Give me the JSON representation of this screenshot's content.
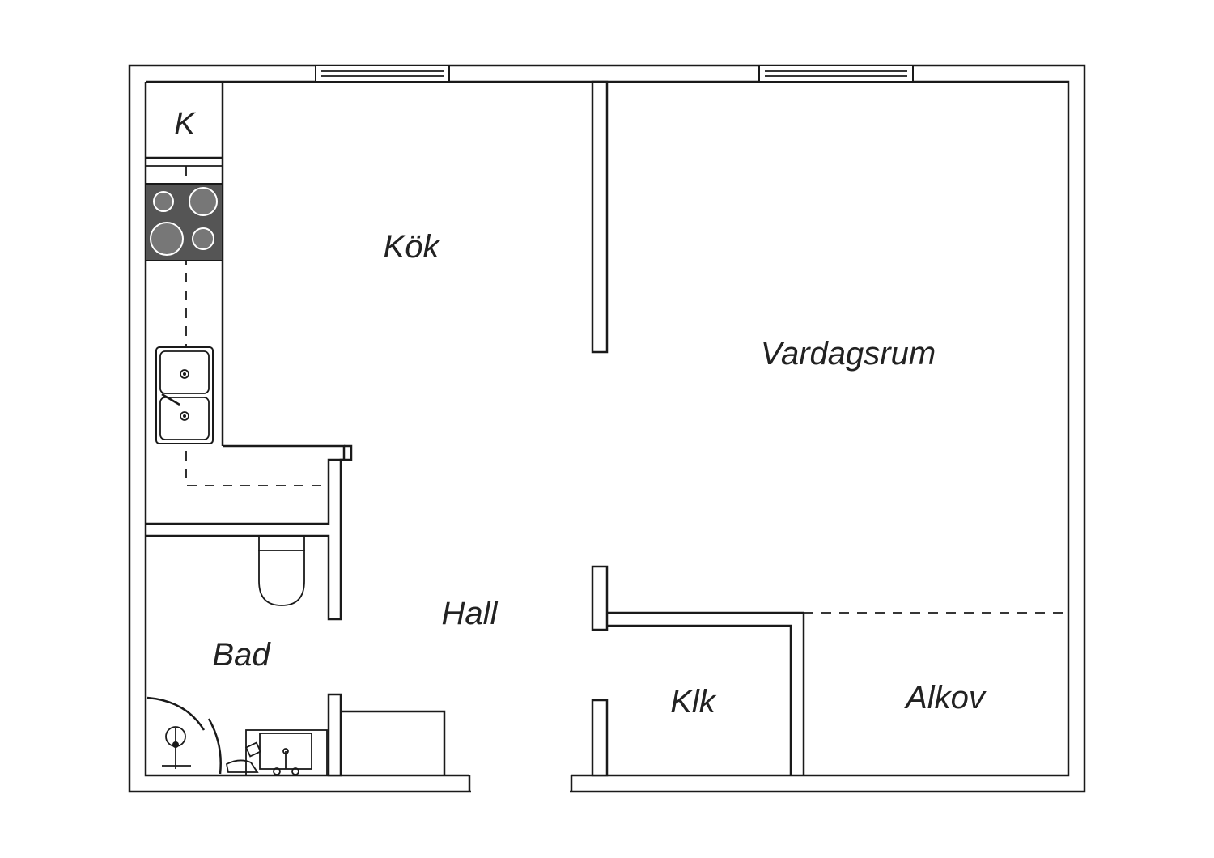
{
  "rooms": {
    "kok": "Kök",
    "vardagsrum": "Vardagsrum",
    "hall": "Hall",
    "bad": "Bad",
    "klk": "Klk",
    "alkov": "Alkov",
    "k": "K"
  },
  "colors": {
    "wall": "#1a1a1a",
    "stove": "#555555",
    "background": "#ffffff"
  }
}
